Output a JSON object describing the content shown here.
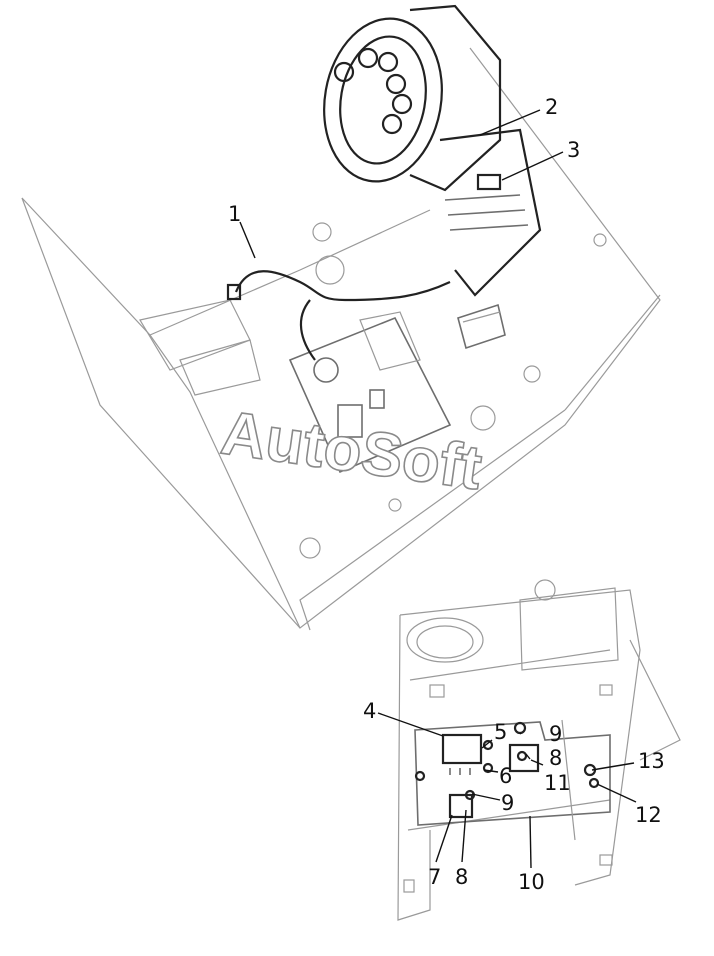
{
  "watermark": "AutoSoft",
  "callouts": {
    "c1": "1",
    "c2": "2",
    "c3": "3",
    "c4": "4",
    "c5": "5",
    "c6": "6",
    "c7": "7",
    "c8a": "8",
    "c8b": "8",
    "c9a": "9",
    "c9b": "9",
    "c10": "10",
    "c11": "11",
    "c12": "12",
    "c13": "13"
  }
}
